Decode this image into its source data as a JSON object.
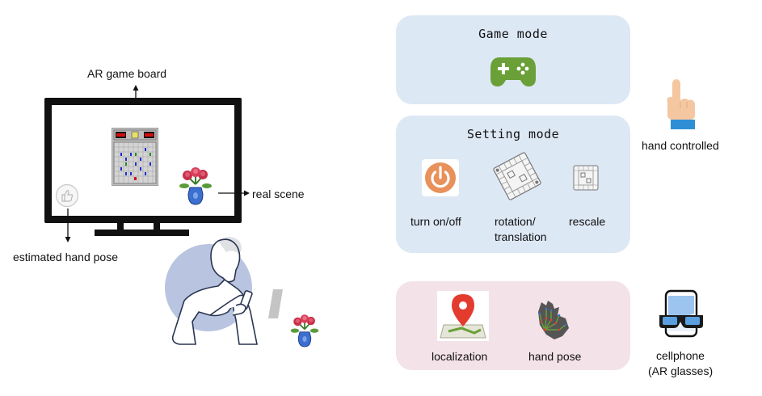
{
  "left_scene": {
    "board_label": "AR game board",
    "real_scene_label": "real scene",
    "hand_pose_label": "estimated hand pose"
  },
  "game_mode": {
    "title": "Game mode",
    "icon": "gamepad-icon"
  },
  "setting_mode": {
    "title": "Setting mode",
    "items": [
      {
        "label": "turn on/off",
        "icon": "power-icon"
      },
      {
        "label_lines": [
          "rotation/",
          "translation"
        ],
        "icon": "rotate-board-icon"
      },
      {
        "label": "rescale",
        "icon": "rescale-board-icon"
      }
    ]
  },
  "hand_controlled": {
    "label": "hand controlled",
    "icon": "pointing-hand-icon"
  },
  "bottom_panel": {
    "items": [
      {
        "label": "localization",
        "icon": "map-pin-icon"
      },
      {
        "label": "hand pose",
        "icon": "hand-skeleton-icon"
      }
    ]
  },
  "device": {
    "label_lines": [
      "cellphone",
      "(AR glasses)"
    ],
    "icon": "ar-glasses-icon"
  },
  "colors": {
    "panel_blue": "#dde8f5",
    "panel_pink": "#f3e2e8",
    "gamepad_green": "#6aa037",
    "power_orange": "#e8915a",
    "map_pin_red": "#e33b2e",
    "hand_cuff_blue": "#2e8fd6",
    "hand_skin": "#f5c7a0"
  }
}
